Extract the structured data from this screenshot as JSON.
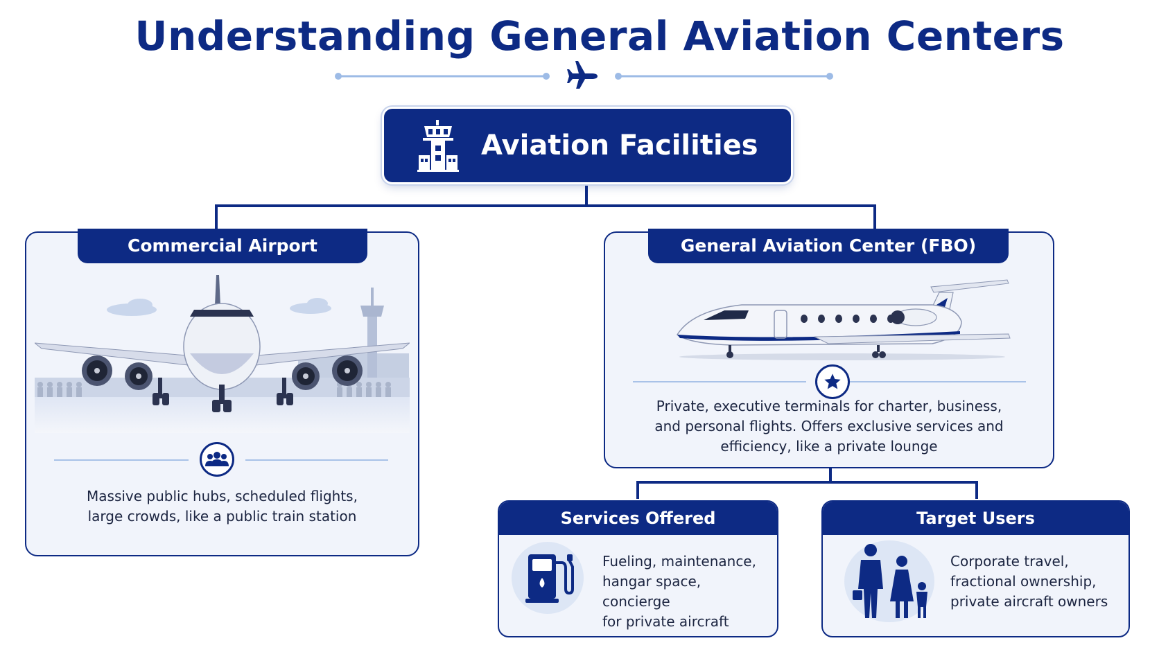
{
  "title": "Understanding General Aviation Centers",
  "root": {
    "label": "Aviation Facilities",
    "icon": "control-tower-icon"
  },
  "commercial": {
    "header": "Commercial Airport",
    "description_line1": "Massive public hubs, scheduled flights,",
    "description_line2": "large crowds, like a public train station",
    "icon": "people-group-icon"
  },
  "fbo": {
    "header": "General Aviation Center (FBO)",
    "description_line1": "Private, executive terminals for charter, business,",
    "description_line2": "and personal flights. Offers exclusive services and",
    "description_line3": "efficiency, like a private lounge",
    "icon": "star-icon"
  },
  "services": {
    "header": "Services Offered",
    "line1": "Fueling, maintenance,",
    "line2": "hangar space, concierge",
    "line3": "for private aircraft",
    "icon": "fuel-pump-icon"
  },
  "users": {
    "header": "Target Users",
    "line1": "Corporate travel,",
    "line2": "fractional ownership,",
    "line3": "private aircraft owners",
    "icon": "family-icon"
  },
  "colors": {
    "primary": "#0d2a84",
    "card_bg": "#f1f4fb",
    "accent_light": "#a9c2e8"
  }
}
